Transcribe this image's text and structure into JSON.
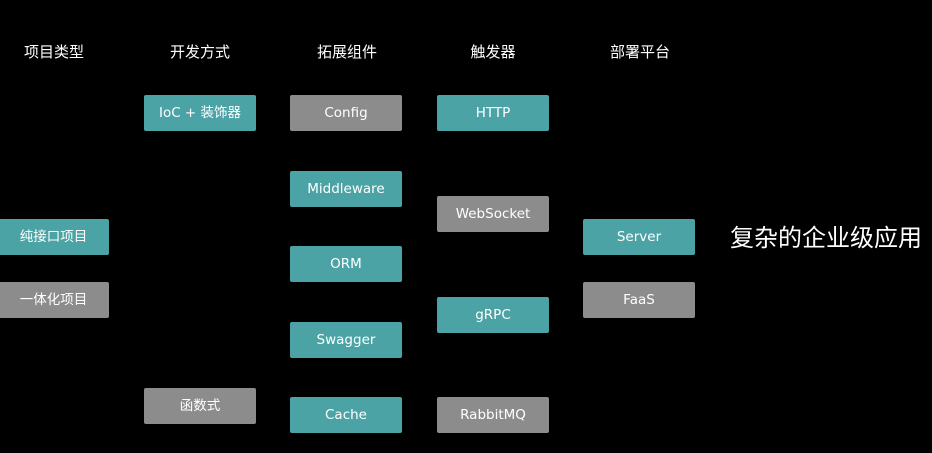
{
  "headers": {
    "project_type": "项目类型",
    "dev_style": "开发方式",
    "extensions": "拓展组件",
    "triggers": "触发器",
    "deploy": "部署平台"
  },
  "project_types": [
    "纯接口项目",
    "一体化项目"
  ],
  "dev_styles": [
    "IoC + 装饰器",
    "函数式"
  ],
  "extensions": [
    "Config",
    "Middleware",
    "ORM",
    "Swagger",
    "Cache"
  ],
  "triggers": [
    "HTTP",
    "WebSocket",
    "gRPC",
    "RabbitMQ"
  ],
  "deploy": [
    "Server",
    "FaaS"
  ],
  "highlight_text": "复杂的企业级应用",
  "colors": {
    "background": "#000000",
    "teal": "#4ba3a5",
    "gray": "#8c8c8c",
    "text": "#ffffff"
  }
}
